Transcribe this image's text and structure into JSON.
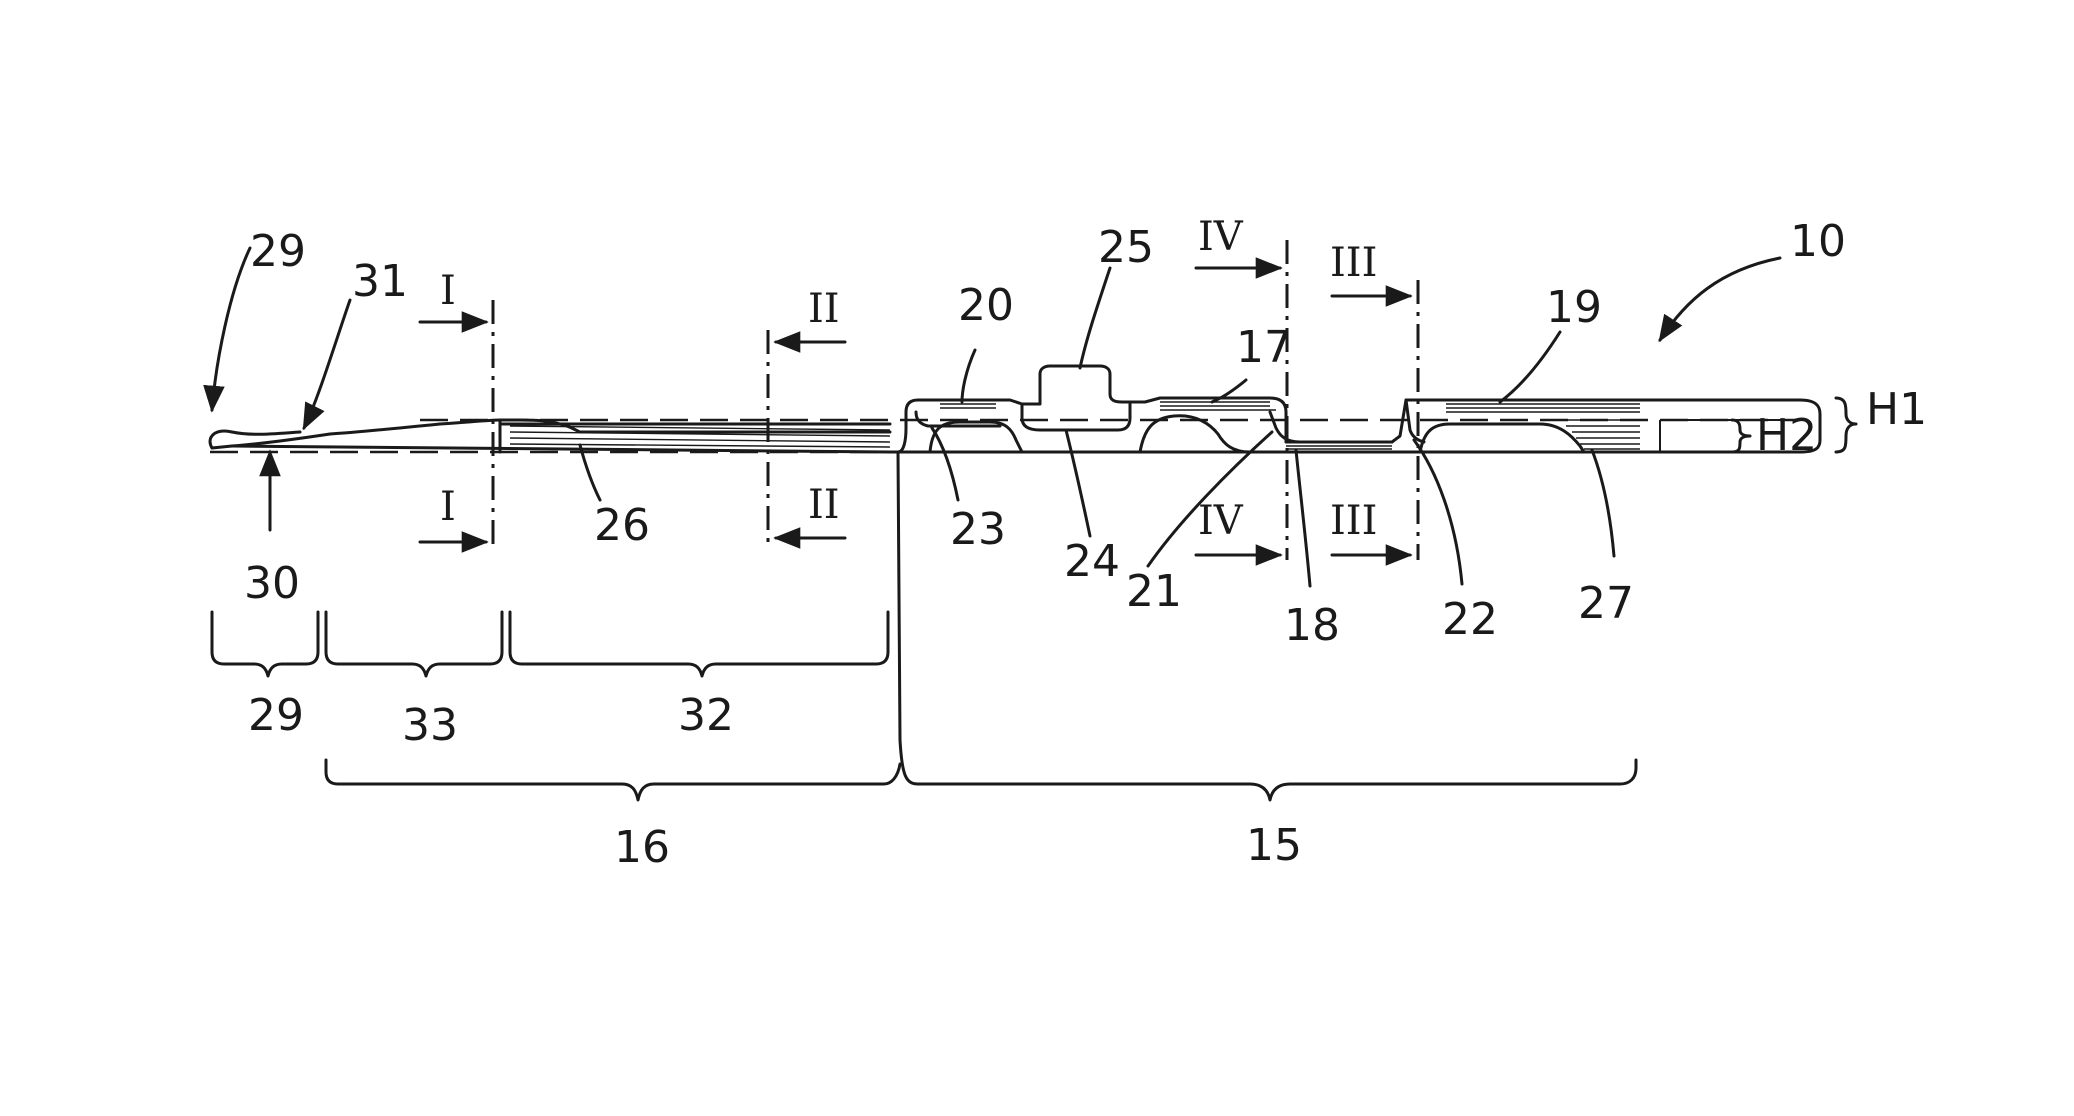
{
  "labels": {
    "n10": "10",
    "n15": "15",
    "n16": "16",
    "n17": "17",
    "n18": "18",
    "n19": "19",
    "n20": "20",
    "n21": "21",
    "n22": "22",
    "n23": "23",
    "n24": "24",
    "n25": "25",
    "n26": "26",
    "n27": "27",
    "n29_top": "29",
    "n29_bottom": "29",
    "n30": "30",
    "n31": "31",
    "n32": "32",
    "n33": "33",
    "h1": "H1",
    "h2": "H2"
  },
  "sections": {
    "I_top": "I",
    "I_bottom": "I",
    "II_top": "II",
    "II_bottom": "II",
    "III_top": "III",
    "III_bottom": "III",
    "IV_top": "IV",
    "IV_bottom": "IV"
  }
}
